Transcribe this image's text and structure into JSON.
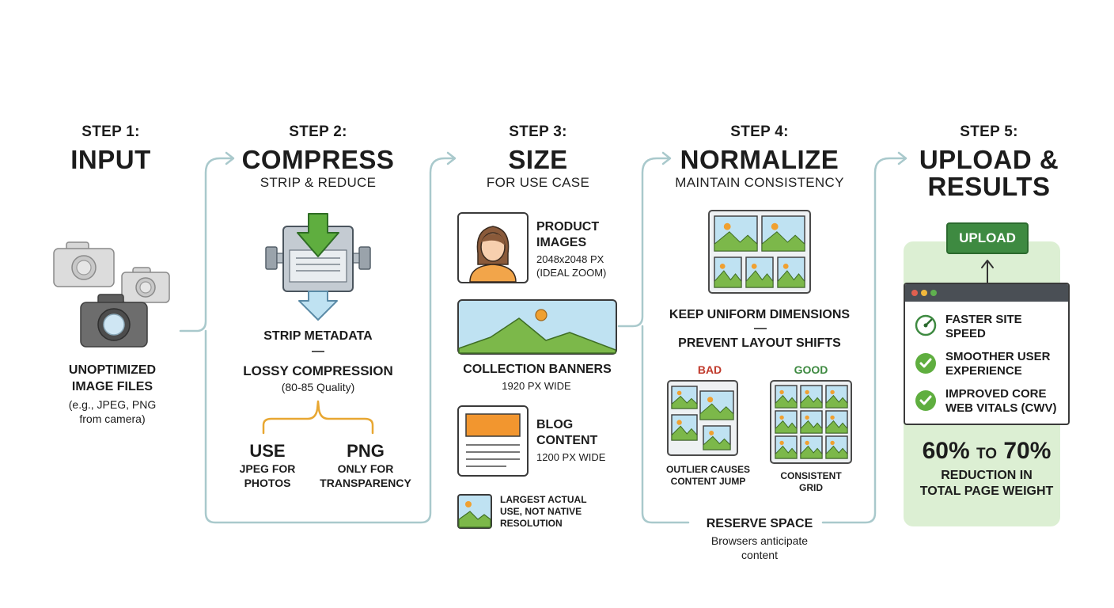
{
  "step1": {
    "label": "STEP 1:",
    "title": "INPUT",
    "desc_bold": [
      "UNOPTIMIZED",
      "IMAGE FILES"
    ],
    "desc": [
      "(e.g., JPEG, PNG",
      "from camera)"
    ]
  },
  "step2": {
    "label": "STEP 2:",
    "title": "COMPRESS",
    "subtitle": "STRIP & REDUCE",
    "strip": "STRIP METADATA",
    "lossy": "LOSSY COMPRESSION",
    "quality": "(80-85 Quality)",
    "use": {
      "title": "USE",
      "lines": [
        "JPEG FOR",
        "PHOTOS"
      ]
    },
    "png": {
      "title": "PNG",
      "lines": [
        "ONLY FOR",
        "TRANSPARENCY"
      ]
    }
  },
  "step3": {
    "label": "STEP 3:",
    "title": "SIZE",
    "subtitle": "FOR USE CASE",
    "product": {
      "title": [
        "PRODUCT",
        "IMAGES"
      ],
      "detail": [
        "2048x2048 PX",
        "(IDEAL ZOOM)"
      ]
    },
    "banner": {
      "title": "COLLECTION BANNERS",
      "detail": "1920 PX WIDE"
    },
    "blog": {
      "title": [
        "BLOG",
        "CONTENT"
      ],
      "detail": "1200 PX WIDE"
    },
    "note": [
      "LARGEST ACTUAL",
      "USE, NOT NATIVE",
      "RESOLUTION"
    ]
  },
  "step4": {
    "label": "STEP 4:",
    "title": "NORMALIZE",
    "subtitle": "MAINTAIN CONSISTENCY",
    "uniform": "KEEP UNIFORM DIMENSIONS",
    "prevent": "PREVENT LAYOUT SHIFTS",
    "bad": "BAD",
    "good": "GOOD",
    "bad_caption": [
      "OUTLIER CAUSES",
      "CONTENT JUMP"
    ],
    "good_caption": [
      "CONSISTENT",
      "GRID"
    ],
    "reserve": "RESERVE SPACE",
    "reserve_desc": [
      "Browsers anticipate",
      "content"
    ]
  },
  "step5": {
    "label": "STEP 5:",
    "title": [
      "UPLOAD &",
      "RESULTS"
    ],
    "upload_button": "UPLOAD",
    "benefits": [
      {
        "lines": [
          "FASTER SITE",
          "SPEED"
        ]
      },
      {
        "lines": [
          "SMOOTHER USER",
          "EXPERIENCE"
        ]
      },
      {
        "lines": [
          "IMPROVED CORE",
          "WEB VITALS (CWV)"
        ]
      }
    ],
    "stat_a": "60%",
    "stat_to": "TO",
    "stat_b": "70%",
    "stat_desc": [
      "REDUCTION IN",
      "TOTAL PAGE WEIGHT"
    ]
  },
  "colors": {
    "accent_green": "#3e8a41",
    "connector": "#a9c9cc",
    "orange": "#f0a030",
    "sky": "#bfe2f2",
    "result_bg": "#dcefd3"
  }
}
